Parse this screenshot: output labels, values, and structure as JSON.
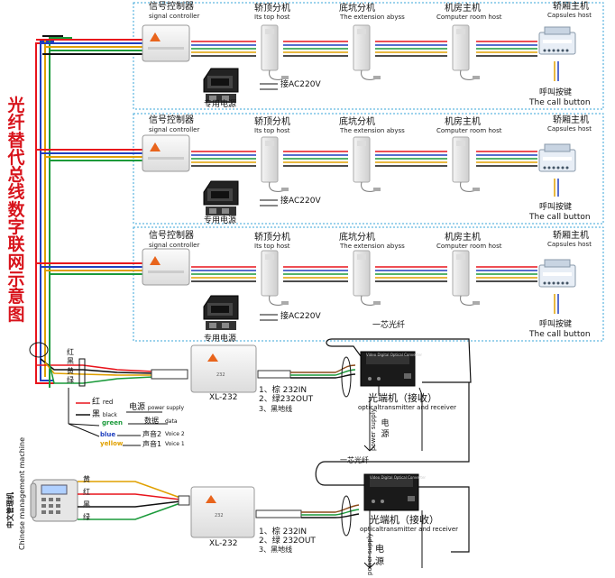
{
  "title_chars": [
    "光",
    "纤",
    "替",
    "代",
    "总",
    "线",
    "数",
    "字",
    "联",
    "网",
    "示",
    "意",
    "图"
  ],
  "units": [
    {
      "signal_controller_zh": "信号控制器",
      "signal_controller_en": "signal controller",
      "car_top_zh": "轿顶分机",
      "car_top_en": "Its top host",
      "pit_zh": "底坑分机",
      "pit_en": "The extension abyss",
      "machine_room_zh": "机房主机",
      "machine_room_en": "Computer room host",
      "capsule_zh": "轿厢主机",
      "capsule_en": "Capsules host",
      "power_label": "专用电源",
      "ac_label": "接AC220V",
      "call_zh": "呼叫按键",
      "call_en": "The call button",
      "fiber_note": ""
    },
    {
      "signal_controller_zh": "信号控制器",
      "signal_controller_en": "signal controller",
      "car_top_zh": "轿顶分机",
      "car_top_en": "Its top host",
      "pit_zh": "底坑分机",
      "pit_en": "The extension abyss",
      "machine_room_zh": "机房主机",
      "machine_room_en": "Computer room host",
      "capsule_zh": "轿厢主机",
      "capsule_en": "Capsules host",
      "power_label": "专用电源",
      "ac_label": "接AC220V",
      "call_zh": "呼叫按键",
      "call_en": "The call button",
      "fiber_note": ""
    },
    {
      "signal_controller_zh": "信号控制器",
      "signal_controller_en": "signal controller",
      "car_top_zh": "轿顶分机",
      "car_top_en": "Its top host",
      "pit_zh": "底坑分机",
      "pit_en": "The extension abyss",
      "machine_room_zh": "机房主机",
      "machine_room_en": "Computer room host",
      "capsule_zh": "轿厢主机",
      "capsule_en": "Capsules host",
      "power_label": "专用电源",
      "ac_label": "接AC220V",
      "call_zh": "呼叫按键",
      "call_en": "The call button",
      "fiber_note": "一芯光纤"
    }
  ],
  "upper": {
    "wire_labels": [
      "红",
      "黑",
      "黄",
      "绿"
    ],
    "converter": "XL-232",
    "converter_badge": "232",
    "pin1": "1、棕 232IN",
    "pin2": "2、绿232OUT",
    "pin3": "3、黑地线",
    "optical_zh": "光端机（接收）",
    "optical_en": "opticaltransmitter and receiver",
    "power_supply": "power supply",
    "power_zh": [
      "电",
      "源"
    ]
  },
  "legend": [
    {
      "zh": "红",
      "en": "red",
      "color": "#e8141c"
    },
    {
      "zh": "黑",
      "en": "black",
      "color": "#111111"
    },
    {
      "zh": "电源",
      "en": "power supply",
      "color": "#111111"
    },
    {
      "en": "green",
      "zh": "数据",
      "desc": "data",
      "color": "#1a9a3a"
    },
    {
      "en": "blue",
      "zh": "声音2",
      "desc": "Voice 2",
      "color": "#1f3fbf"
    },
    {
      "en": "yellow",
      "zh": "声音1",
      "desc": "Voice 1",
      "color": "#e0a000"
    }
  ],
  "fiber_link": "一芯光纤",
  "lower": {
    "management_zh": "中文管理机",
    "management_en": "Chinese management machine",
    "wire_labels": [
      "黄",
      "红",
      "黑",
      "绿"
    ],
    "converter": "XL-232",
    "converter_badge": "232",
    "pin1": "1、棕 232IN",
    "pin2": "2、绿 232OUT",
    "pin3": "3、黑地线",
    "optical_zh": "光端机（接收）",
    "optical_en": "opticaltransmitter and receiver",
    "power_supply": "power supply",
    "power_zh": [
      "电",
      "源"
    ]
  },
  "device_small_text": "Video Digital Optical Converter",
  "colors": {
    "red": "#e8141c",
    "blue": "#1f3fbf",
    "green": "#1a9a3a",
    "yellow": "#e0a000",
    "black": "#111111",
    "brown": "#8a4a1a",
    "dash": "#3aa6d8"
  }
}
